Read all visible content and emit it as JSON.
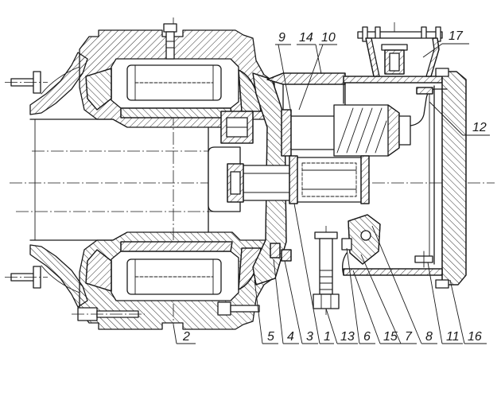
{
  "drawing": {
    "line_color": "#1a1a1a",
    "background_color": "#ffffff"
  },
  "callouts": {
    "top": [
      "9",
      "14",
      "10",
      "17"
    ],
    "right": [
      "12"
    ],
    "bottom": [
      "2",
      "5",
      "4",
      "3",
      "1",
      "13",
      "6",
      "15",
      "7",
      "8",
      "11",
      "16"
    ]
  }
}
